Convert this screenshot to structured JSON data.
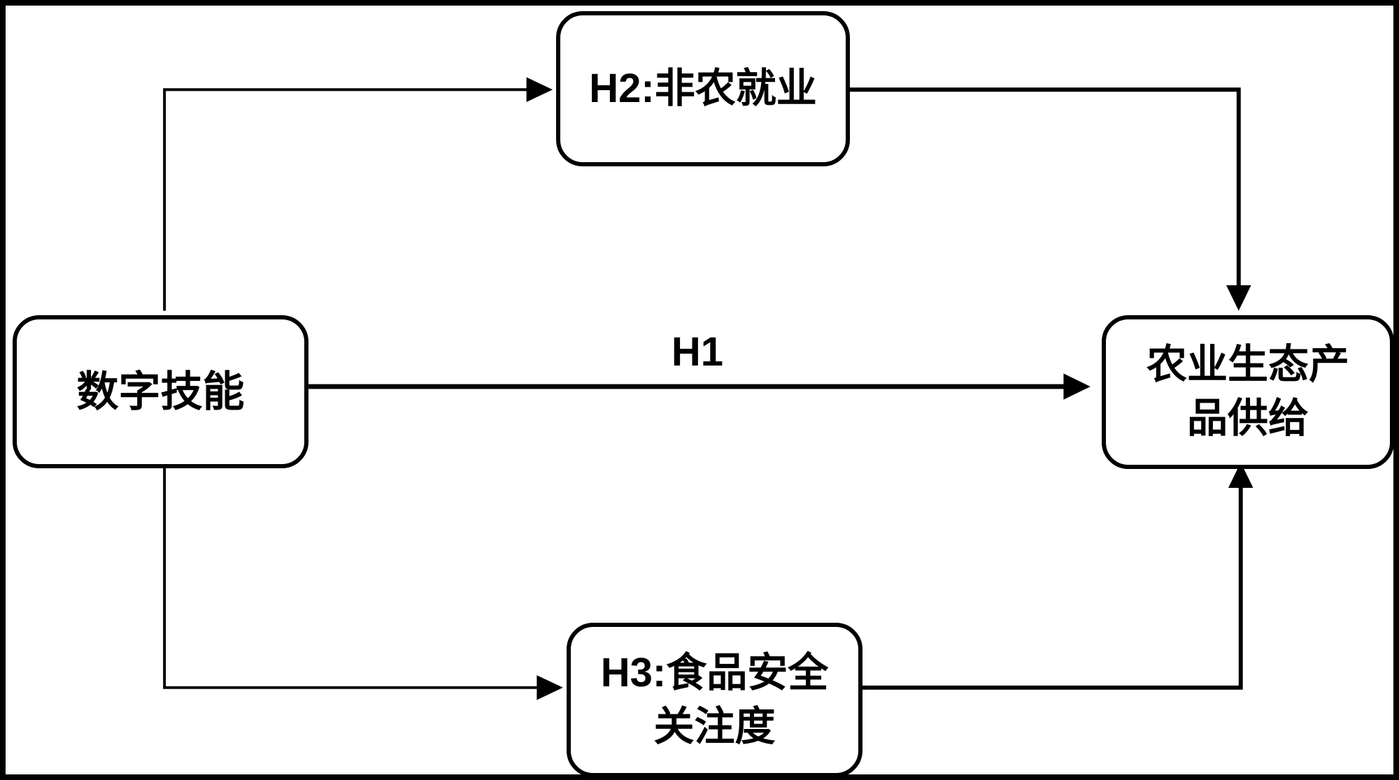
{
  "diagram": {
    "colors": {
      "stroke": "#000000",
      "background": "#ffffff",
      "text": "#000000"
    },
    "nodes": {
      "digital_skills": {
        "label": "数字技能"
      },
      "nonfarm_employment": {
        "label": "H2:非农就业"
      },
      "food_safety_attention": {
        "label": "H3:食品安全\n关注度"
      },
      "agri_eco_product_supply": {
        "label": "农业生态产\n品供给"
      }
    },
    "edges": {
      "h1_direct": {
        "label": "H1"
      }
    }
  }
}
